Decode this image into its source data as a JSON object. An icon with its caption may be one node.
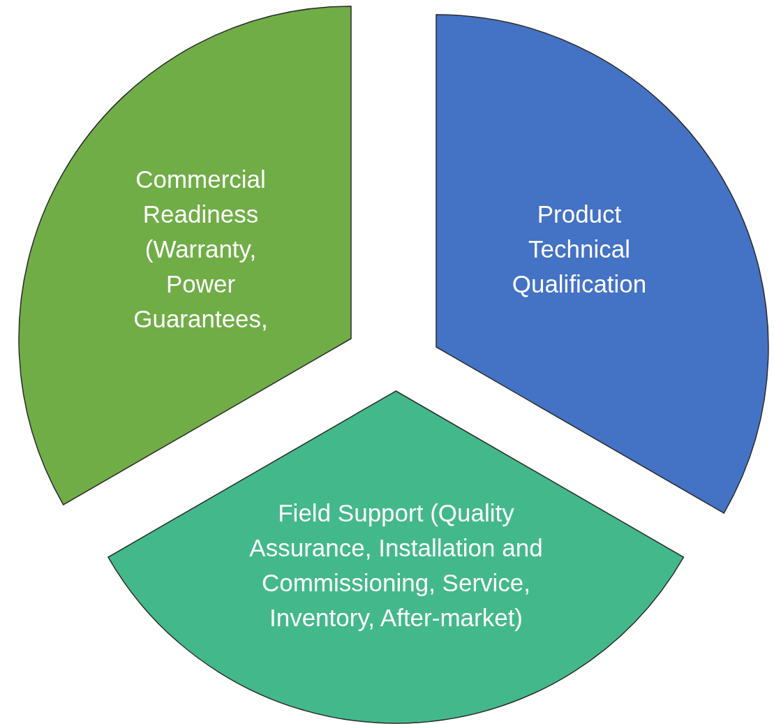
{
  "diagram": {
    "nodes": [
      {
        "text": [
          "Commercial Readiness (Warranty, Power Guarantees,"
        ]
      },
      {
        "text": [
          "Product Technical Qualification"
        ]
      },
      {
        "text": [
          "Field Support (Quality Assurance, Installation and Commissioning, Service, Inventory, After-market)"
        ]
      }
    ]
  }
}
